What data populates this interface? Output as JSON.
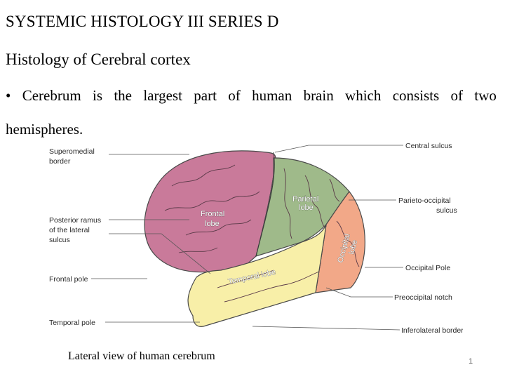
{
  "slide": {
    "title": "SYSTEMIC HISTOLOGY III SERIES D",
    "subtitle": "Histology of Cerebral cortex",
    "bullet_char": "•",
    "bullet_line1_words": [
      "Cerebrum",
      "is",
      "the",
      "largest",
      "part",
      "of",
      "human",
      "brain",
      "which",
      "consists",
      "of",
      "two"
    ],
    "bullet_line2": "hemispheres.",
    "caption": "Lateral view of human cerebrum",
    "page_number": "1"
  },
  "figure": {
    "left_labels": {
      "superomedial_border_1": "Superomedial",
      "superomedial_border_2": "border",
      "posterior_ramus_1": "Posterior ramus",
      "posterior_ramus_2": "of the lateral",
      "posterior_ramus_3": "sulcus",
      "frontal_pole": "Frontal pole",
      "temporal_pole": "Temporal pole"
    },
    "right_labels": {
      "central_sulcus": "Central sulcus",
      "parieto_occipital_1": "Parieto-occipital",
      "parieto_occipital_2": "sulcus",
      "occipital_pole": "Occipital  Pole",
      "preoccipital_notch": "Preoccipital notch",
      "inferolateral_border": "Inferolateral border"
    },
    "lobe_labels": {
      "frontal_1": "Frontal",
      "frontal_2": "lobe",
      "parietal_1": "Parietal",
      "parietal_2": "lobe",
      "occipital_1": "Occipital",
      "occipital_2": "lobe",
      "temporal": "Temporal lobe"
    },
    "colors": {
      "frontal": "#c97a9a",
      "parietal": "#9fba8a",
      "occipital": "#f2a888",
      "temporal": "#f8efa8",
      "outline": "#4a4a4a"
    }
  }
}
